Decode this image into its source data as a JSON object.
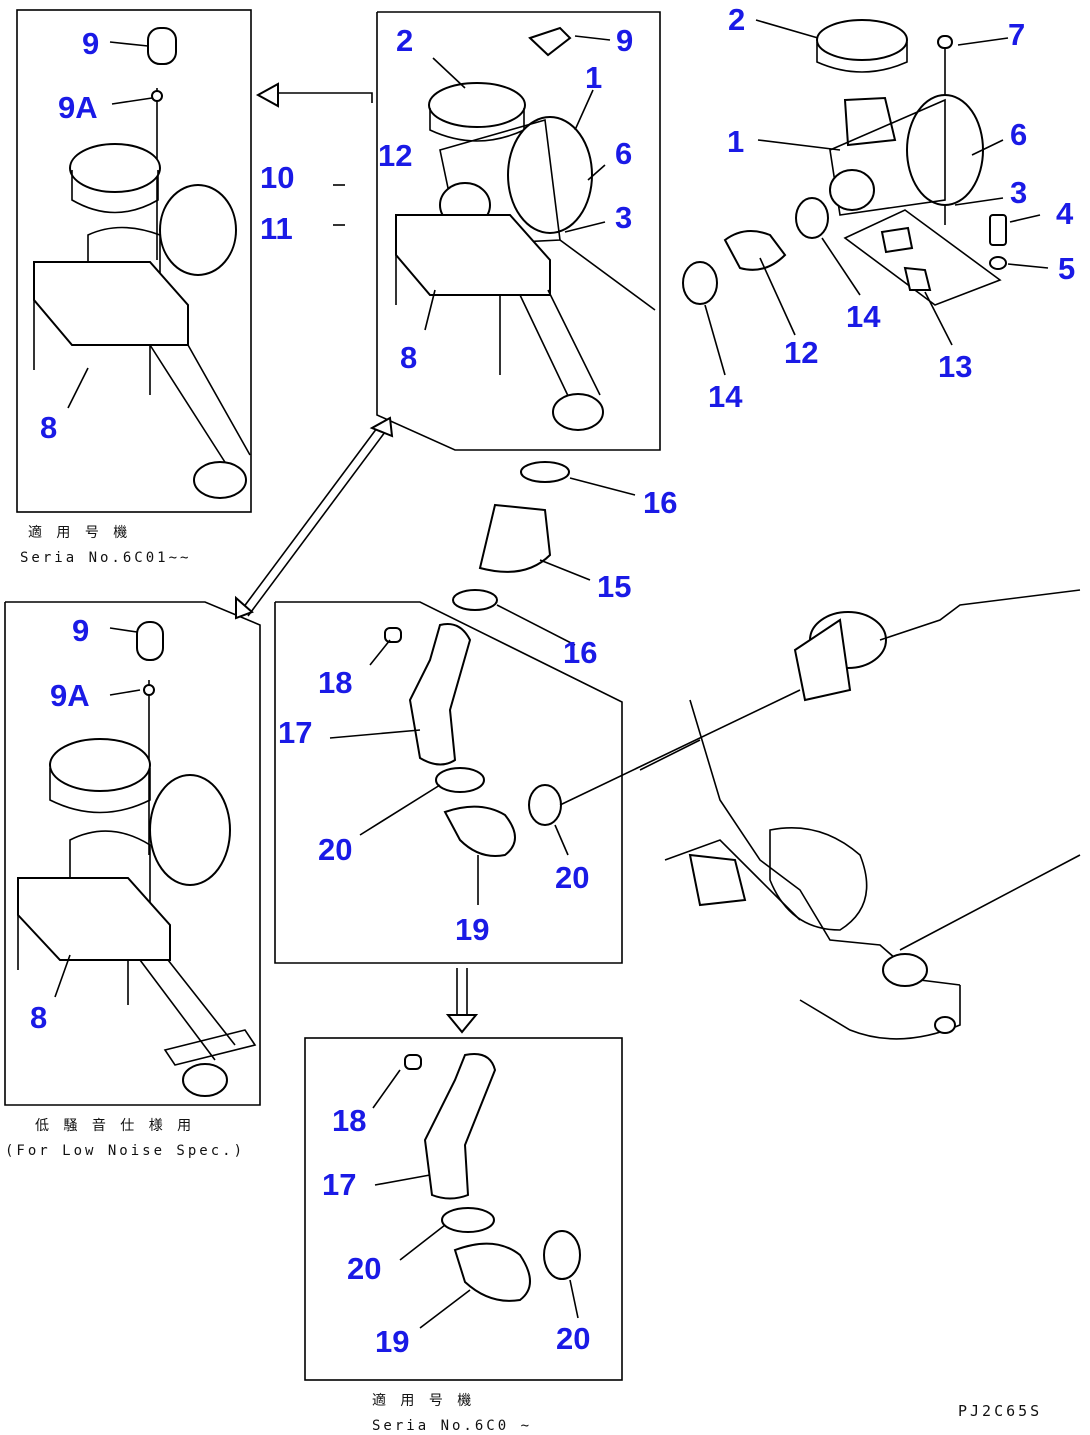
{
  "callouts": {
    "tl_9": "9",
    "tl_9a": "9A",
    "tl_8": "8",
    "tc_2": "2",
    "tc_9": "9",
    "tc_1": "1",
    "tc_12": "12",
    "tc_6": "6",
    "tc_10": "10",
    "tc_11": "11",
    "tc_3": "3",
    "tc_8": "8",
    "tr_2": "2",
    "tr_7": "7",
    "tr_1": "1",
    "tr_6": "6",
    "tr_3": "3",
    "tr_4": "4",
    "tr_5": "5",
    "tr_14a": "14",
    "tr_12": "12",
    "tr_14b": "14",
    "tr_13": "13",
    "mid_16a": "16",
    "mid_15": "15",
    "mid_16b": "16",
    "ml_9": "9",
    "ml_9a": "9A",
    "ml_8": "8",
    "mc_18": "18",
    "mc_17": "17",
    "mc_20a": "20",
    "mc_20b": "20",
    "mc_19": "19",
    "bc_18": "18",
    "bc_17": "17",
    "bc_20a": "20",
    "bc_19": "19",
    "bc_20b": "20"
  },
  "captions": {
    "top_left_jp": "適 用 号 機",
    "top_left_en": "Seria  No.6C01~~",
    "mid_left_jp": "低 騒 音 仕 様 用",
    "mid_left_en": "(For Low Noise Spec.)",
    "bottom_jp": "適 用 号 機",
    "bottom_en": "Seria  No.6C0 ~"
  },
  "drawing_code": "PJ2C65S"
}
